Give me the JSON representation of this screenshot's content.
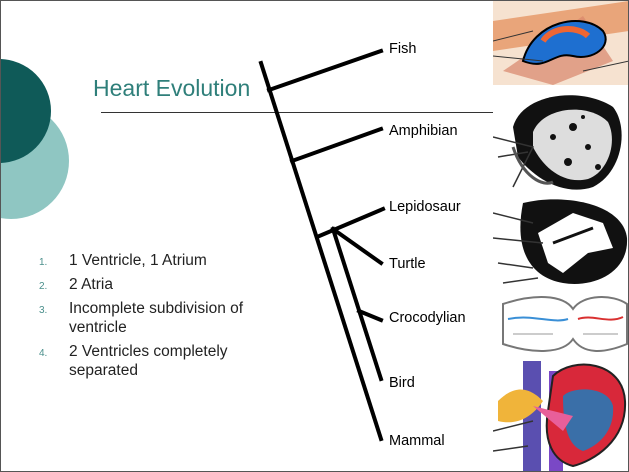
{
  "slide": {
    "title": "Heart Evolution",
    "list": [
      {
        "num": "1.",
        "text": "1 Ventricle, 1 Atrium"
      },
      {
        "num": "2.",
        "text": "2 Atria"
      },
      {
        "num": "3.",
        "text": "Incomplete subdivision of ventricle"
      },
      {
        "num": "4.",
        "text": "2 Ventricles completely separated"
      }
    ],
    "taxa": [
      "Fish",
      "Amphibian",
      "Lepidosaur",
      "Turtle",
      "Crocodylian",
      "Bird",
      "Mammal"
    ],
    "colors": {
      "accent_dark": "#0f5a58",
      "accent_light": "#8fc6c2",
      "title": "#2f7f7a"
    }
  }
}
